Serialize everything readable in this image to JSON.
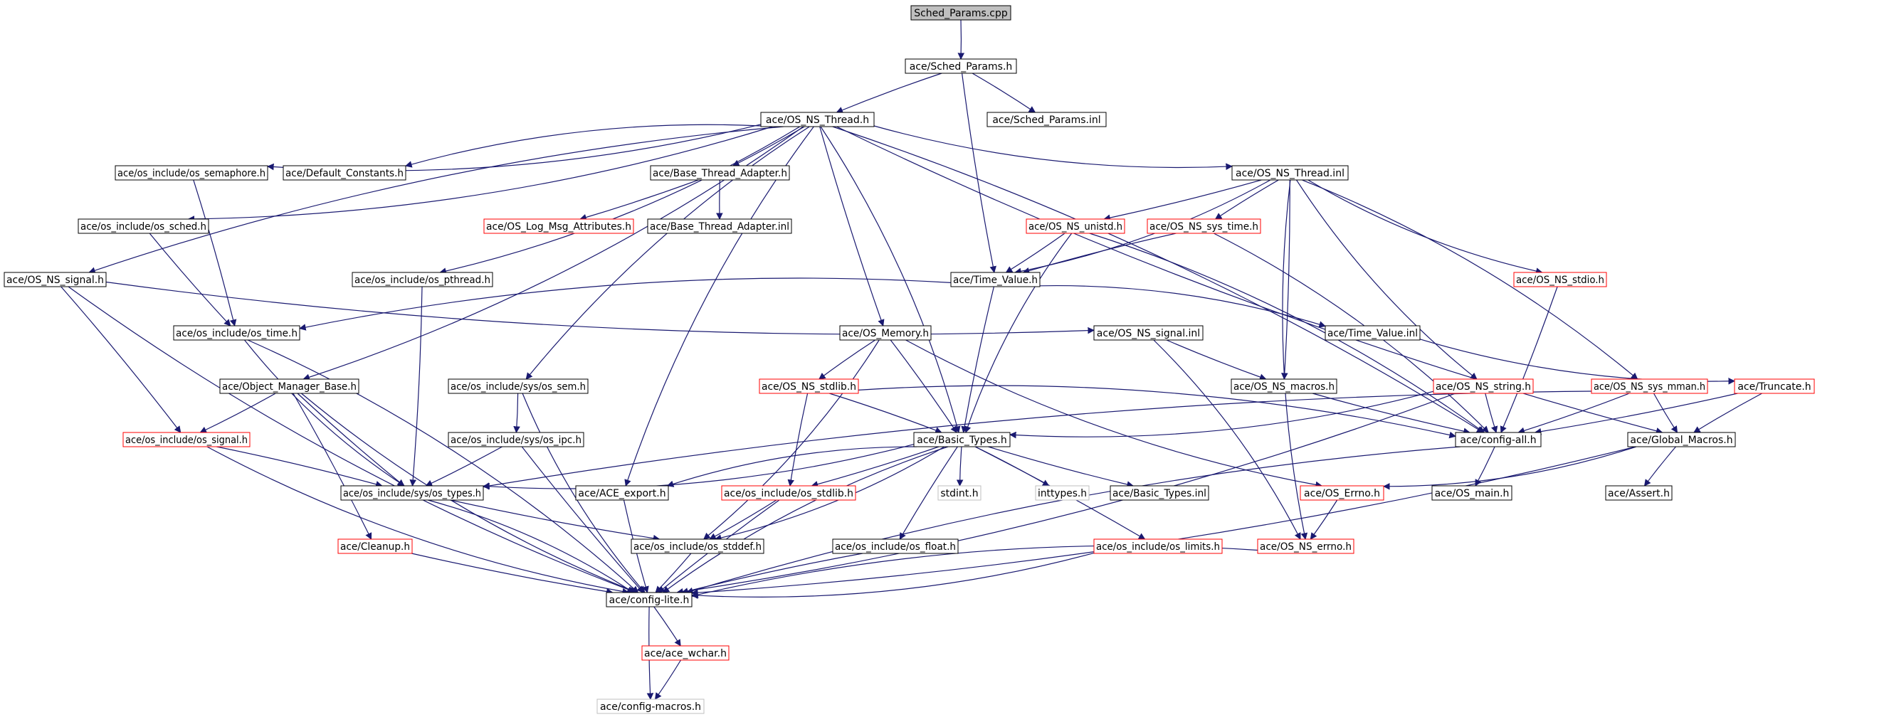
{
  "colors": {
    "edge": "#191970",
    "box_border": "#000000",
    "box_truncated": "#ff0000",
    "box_external": "#bfbfbf",
    "root_fill": "#bfbfbf",
    "text": "#000000"
  },
  "nodes": [
    {
      "id": "sched_params_cpp",
      "label": "Sched_Params.cpp",
      "kind": "root"
    },
    {
      "id": "sched_params_h",
      "label": "ace/Sched_Params.h",
      "kind": "normal"
    },
    {
      "id": "os_ns_thread_h",
      "label": "ace/OS_NS_Thread.h",
      "kind": "normal"
    },
    {
      "id": "sched_params_inl",
      "label": "ace/Sched_Params.inl",
      "kind": "normal"
    },
    {
      "id": "os_semaphore_h",
      "label": "ace/os_include/os_semaphore.h",
      "kind": "normal"
    },
    {
      "id": "default_constants_h",
      "label": "ace/Default_Constants.h",
      "kind": "normal"
    },
    {
      "id": "base_thread_adapter_h",
      "label": "ace/Base_Thread_Adapter.h",
      "kind": "normal"
    },
    {
      "id": "os_ns_thread_inl",
      "label": "ace/OS_NS_Thread.inl",
      "kind": "normal"
    },
    {
      "id": "os_sched_h",
      "label": "ace/os_include/os_sched.h",
      "kind": "normal"
    },
    {
      "id": "os_log_msg_attributes_h",
      "label": "ace/OS_Log_Msg_Attributes.h",
      "kind": "truncated"
    },
    {
      "id": "base_thread_adapter_inl",
      "label": "ace/Base_Thread_Adapter.inl",
      "kind": "normal"
    },
    {
      "id": "os_ns_unistd_h",
      "label": "ace/OS_NS_unistd.h",
      "kind": "truncated"
    },
    {
      "id": "os_ns_sys_time_h",
      "label": "ace/OS_NS_sys_time.h",
      "kind": "truncated"
    },
    {
      "id": "os_ns_signal_h",
      "label": "ace/OS_NS_signal.h",
      "kind": "normal"
    },
    {
      "id": "os_pthread_h",
      "label": "ace/os_include/os_pthread.h",
      "kind": "normal"
    },
    {
      "id": "time_value_h",
      "label": "ace/Time_Value.h",
      "kind": "normal"
    },
    {
      "id": "os_ns_stdio_h",
      "label": "ace/OS_NS_stdio.h",
      "kind": "truncated"
    },
    {
      "id": "os_time_h",
      "label": "ace/os_include/os_time.h",
      "kind": "normal"
    },
    {
      "id": "os_memory_h",
      "label": "ace/OS_Memory.h",
      "kind": "normal"
    },
    {
      "id": "os_ns_signal_inl",
      "label": "ace/OS_NS_signal.inl",
      "kind": "normal"
    },
    {
      "id": "time_value_inl",
      "label": "ace/Time_Value.inl",
      "kind": "normal"
    },
    {
      "id": "object_manager_base_h",
      "label": "ace/Object_Manager_Base.h",
      "kind": "normal"
    },
    {
      "id": "os_sem_h",
      "label": "ace/os_include/sys/os_sem.h",
      "kind": "normal"
    },
    {
      "id": "os_ns_stdlib_h",
      "label": "ace/OS_NS_stdlib.h",
      "kind": "truncated"
    },
    {
      "id": "os_ns_macros_h",
      "label": "ace/OS_NS_macros.h",
      "kind": "normal"
    },
    {
      "id": "os_ns_string_h",
      "label": "ace/OS_NS_string.h",
      "kind": "truncated"
    },
    {
      "id": "os_ns_sys_mman_h",
      "label": "ace/OS_NS_sys_mman.h",
      "kind": "truncated"
    },
    {
      "id": "truncate_h",
      "label": "ace/Truncate.h",
      "kind": "truncated"
    },
    {
      "id": "os_signal_h",
      "label": "ace/os_include/os_signal.h",
      "kind": "truncated"
    },
    {
      "id": "os_ipc_h",
      "label": "ace/os_include/sys/os_ipc.h",
      "kind": "normal"
    },
    {
      "id": "basic_types_h",
      "label": "ace/Basic_Types.h",
      "kind": "normal"
    },
    {
      "id": "config_all_h",
      "label": "ace/config-all.h",
      "kind": "normal"
    },
    {
      "id": "global_macros_h",
      "label": "ace/Global_Macros.h",
      "kind": "normal"
    },
    {
      "id": "os_types_h",
      "label": "ace/os_include/sys/os_types.h",
      "kind": "normal"
    },
    {
      "id": "ace_export_h",
      "label": "ace/ACE_export.h",
      "kind": "normal"
    },
    {
      "id": "os_stdlib_h",
      "label": "ace/os_include/os_stdlib.h",
      "kind": "truncated"
    },
    {
      "id": "stdint_h",
      "label": "stdint.h",
      "kind": "external"
    },
    {
      "id": "inttypes_h",
      "label": "inttypes.h",
      "kind": "external"
    },
    {
      "id": "basic_types_inl",
      "label": "ace/Basic_Types.inl",
      "kind": "normal"
    },
    {
      "id": "os_errno_h",
      "label": "ace/OS_Errno.h",
      "kind": "truncated"
    },
    {
      "id": "os_main_h",
      "label": "ace/OS_main.h",
      "kind": "normal"
    },
    {
      "id": "assert_h",
      "label": "ace/Assert.h",
      "kind": "normal"
    },
    {
      "id": "cleanup_h",
      "label": "ace/Cleanup.h",
      "kind": "truncated"
    },
    {
      "id": "os_stddef_h",
      "label": "ace/os_include/os_stddef.h",
      "kind": "normal"
    },
    {
      "id": "os_float_h",
      "label": "ace/os_include/os_float.h",
      "kind": "normal"
    },
    {
      "id": "os_limits_h",
      "label": "ace/os_include/os_limits.h",
      "kind": "truncated"
    },
    {
      "id": "os_ns_errno_h",
      "label": "ace/OS_NS_errno.h",
      "kind": "truncated"
    },
    {
      "id": "config_lite_h",
      "label": "ace/config-lite.h",
      "kind": "normal"
    },
    {
      "id": "ace_wchar_h",
      "label": "ace/ace_wchar.h",
      "kind": "truncated"
    },
    {
      "id": "config_macros_h",
      "label": "ace/config-macros.h",
      "kind": "external"
    }
  ],
  "edges": [
    [
      "sched_params_cpp",
      "sched_params_h"
    ],
    [
      "sched_params_h",
      "os_ns_thread_h"
    ],
    [
      "sched_params_h",
      "sched_params_inl"
    ],
    [
      "sched_params_h",
      "time_value_h"
    ],
    [
      "os_ns_thread_h",
      "os_semaphore_h"
    ],
    [
      "os_ns_thread_h",
      "default_constants_h"
    ],
    [
      "os_ns_thread_h",
      "base_thread_adapter_h"
    ],
    [
      "os_ns_thread_h",
      "os_ns_thread_inl"
    ],
    [
      "os_ns_thread_h",
      "os_sched_h"
    ],
    [
      "os_ns_thread_h",
      "os_ns_signal_h"
    ],
    [
      "os_ns_thread_h",
      "os_pthread_h"
    ],
    [
      "os_ns_thread_h",
      "os_memory_h"
    ],
    [
      "os_ns_thread_h",
      "object_manager_base_h"
    ],
    [
      "os_ns_thread_h",
      "os_sem_h"
    ],
    [
      "os_ns_thread_h",
      "basic_types_h"
    ],
    [
      "os_ns_thread_h",
      "ace_export_h"
    ],
    [
      "os_ns_thread_h",
      "config_all_h"
    ],
    [
      "os_ns_thread_h",
      "global_macros_h"
    ],
    [
      "os_semaphore_h",
      "os_time_h"
    ],
    [
      "os_sched_h",
      "os_time_h"
    ],
    [
      "base_thread_adapter_h",
      "os_log_msg_attributes_h"
    ],
    [
      "base_thread_adapter_h",
      "base_thread_adapter_inl"
    ],
    [
      "os_ns_thread_inl",
      "os_ns_unistd_h"
    ],
    [
      "os_ns_thread_inl",
      "os_ns_sys_time_h"
    ],
    [
      "os_ns_thread_inl",
      "time_value_h"
    ],
    [
      "os_ns_thread_inl",
      "os_ns_stdio_h"
    ],
    [
      "os_ns_thread_inl",
      "os_ns_macros_h"
    ],
    [
      "os_ns_thread_inl",
      "os_ns_string_h"
    ],
    [
      "os_ns_thread_inl",
      "os_ns_sys_mman_h"
    ],
    [
      "os_ns_thread_inl",
      "os_ns_errno_h"
    ],
    [
      "os_ns_unistd_h",
      "time_value_h"
    ],
    [
      "os_ns_unistd_h",
      "basic_types_h"
    ],
    [
      "os_ns_unistd_h",
      "config_all_h"
    ],
    [
      "os_ns_sys_time_h",
      "time_value_h"
    ],
    [
      "os_ns_sys_time_h",
      "config_all_h"
    ],
    [
      "os_ns_signal_h",
      "os_ns_signal_inl"
    ],
    [
      "os_ns_signal_h",
      "os_signal_h"
    ],
    [
      "os_ns_signal_h",
      "config_lite_h"
    ],
    [
      "os_pthread_h",
      "os_types_h"
    ],
    [
      "time_value_h",
      "os_time_h"
    ],
    [
      "time_value_h",
      "time_value_inl"
    ],
    [
      "time_value_h",
      "basic_types_h"
    ],
    [
      "os_ns_stdio_h",
      "config_all_h"
    ],
    [
      "os_time_h",
      "os_types_h"
    ],
    [
      "os_time_h",
      "config_lite_h"
    ],
    [
      "os_memory_h",
      "os_ns_stdlib_h"
    ],
    [
      "os_memory_h",
      "basic_types_h"
    ],
    [
      "os_memory_h",
      "os_errno_h"
    ],
    [
      "os_memory_h",
      "os_stddef_h"
    ],
    [
      "os_ns_signal_inl",
      "os_ns_macros_h"
    ],
    [
      "os_ns_signal_inl",
      "os_ns_errno_h"
    ],
    [
      "time_value_inl",
      "truncate_h"
    ],
    [
      "object_manager_base_h",
      "os_signal_h"
    ],
    [
      "object_manager_base_h",
      "os_types_h"
    ],
    [
      "object_manager_base_h",
      "cleanup_h"
    ],
    [
      "object_manager_base_h",
      "config_lite_h"
    ],
    [
      "os_sem_h",
      "os_ipc_h"
    ],
    [
      "os_sem_h",
      "config_lite_h"
    ],
    [
      "os_ns_stdlib_h",
      "basic_types_h"
    ],
    [
      "os_ns_stdlib_h",
      "os_stdlib_h"
    ],
    [
      "os_ns_stdlib_h",
      "config_all_h"
    ],
    [
      "os_ns_macros_h",
      "config_all_h"
    ],
    [
      "os_ns_string_h",
      "basic_types_h"
    ],
    [
      "os_ns_string_h",
      "config_all_h"
    ],
    [
      "os_ns_string_h",
      "config_lite_h"
    ],
    [
      "os_ns_sys_mman_h",
      "os_types_h"
    ],
    [
      "os_ns_sys_mman_h",
      "config_all_h"
    ],
    [
      "os_ns_sys_mman_h",
      "global_macros_h"
    ],
    [
      "truncate_h",
      "config_all_h"
    ],
    [
      "truncate_h",
      "global_macros_h"
    ],
    [
      "os_signal_h",
      "os_types_h"
    ],
    [
      "os_signal_h",
      "config_lite_h"
    ],
    [
      "os_ipc_h",
      "os_types_h"
    ],
    [
      "os_ipc_h",
      "config_lite_h"
    ],
    [
      "basic_types_h",
      "os_types_h"
    ],
    [
      "basic_types_h",
      "ace_export_h"
    ],
    [
      "basic_types_h",
      "os_stdlib_h"
    ],
    [
      "basic_types_h",
      "stdint_h"
    ],
    [
      "basic_types_h",
      "inttypes_h"
    ],
    [
      "basic_types_h",
      "basic_types_inl"
    ],
    [
      "basic_types_h",
      "os_limits_h"
    ],
    [
      "basic_types_h",
      "os_float_h"
    ],
    [
      "basic_types_h",
      "os_stddef_h"
    ],
    [
      "basic_types_h",
      "config_lite_h"
    ],
    [
      "config_all_h",
      "os_main_h"
    ],
    [
      "config_all_h",
      "config_lite_h"
    ],
    [
      "global_macros_h",
      "os_errno_h"
    ],
    [
      "global_macros_h",
      "assert_h"
    ],
    [
      "global_macros_h",
      "config_lite_h"
    ],
    [
      "os_types_h",
      "os_stddef_h"
    ],
    [
      "os_types_h",
      "config_lite_h"
    ],
    [
      "ace_export_h",
      "config_lite_h"
    ],
    [
      "os_stdlib_h",
      "os_stddef_h"
    ],
    [
      "os_stdlib_h",
      "config_lite_h"
    ],
    [
      "os_errno_h",
      "os_ns_errno_h"
    ],
    [
      "cleanup_h",
      "config_lite_h"
    ],
    [
      "os_stddef_h",
      "config_lite_h"
    ],
    [
      "os_float_h",
      "config_lite_h"
    ],
    [
      "os_limits_h",
      "config_lite_h"
    ],
    [
      "os_ns_errno_h",
      "config_lite_h"
    ],
    [
      "config_lite_h",
      "ace_wchar_h"
    ],
    [
      "config_lite_h",
      "config_macros_h"
    ],
    [
      "ace_wchar_h",
      "config_macros_h"
    ]
  ]
}
